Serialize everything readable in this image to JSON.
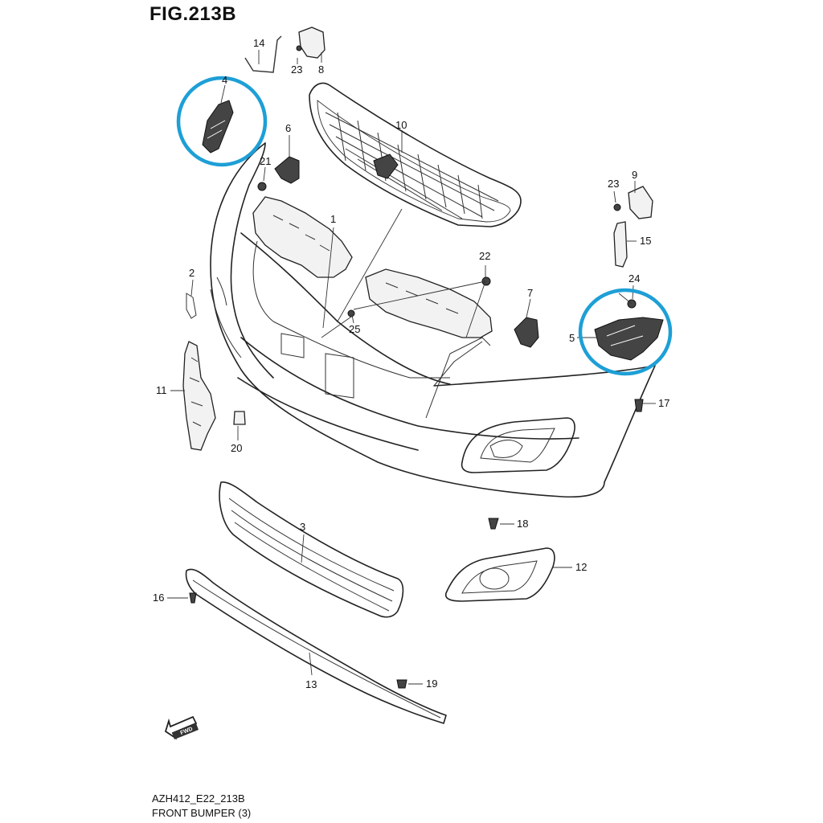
{
  "figure": {
    "title": "FIG.213B",
    "code": "AZH412_E22_213B",
    "name": "FRONT BUMPER (3)"
  },
  "parts": [
    {
      "id": "p1",
      "number": "1"
    },
    {
      "id": "p2",
      "number": "2"
    },
    {
      "id": "p3",
      "number": "3"
    },
    {
      "id": "p4",
      "number": "4"
    },
    {
      "id": "p5",
      "number": "5"
    },
    {
      "id": "p6",
      "number": "6"
    },
    {
      "id": "p7",
      "number": "7"
    },
    {
      "id": "p8",
      "number": "8"
    },
    {
      "id": "p9",
      "number": "9"
    },
    {
      "id": "p10",
      "number": "10"
    },
    {
      "id": "p11",
      "number": "11"
    },
    {
      "id": "p12",
      "number": "12"
    },
    {
      "id": "p13",
      "number": "13"
    },
    {
      "id": "p14",
      "number": "14"
    },
    {
      "id": "p15",
      "number": "15"
    },
    {
      "id": "p16",
      "number": "16"
    },
    {
      "id": "p17",
      "number": "17"
    },
    {
      "id": "p18",
      "number": "18"
    },
    {
      "id": "p19",
      "number": "19"
    },
    {
      "id": "p20",
      "number": "20"
    },
    {
      "id": "p21",
      "number": "21"
    },
    {
      "id": "p22",
      "number": "22"
    },
    {
      "id": "p23a",
      "number": "23"
    },
    {
      "id": "p23b",
      "number": "23"
    },
    {
      "id": "p24",
      "number": "24"
    },
    {
      "id": "p25",
      "number": "25"
    }
  ],
  "direction_marker": "FWD",
  "highlight_color": "#1e9fd6"
}
